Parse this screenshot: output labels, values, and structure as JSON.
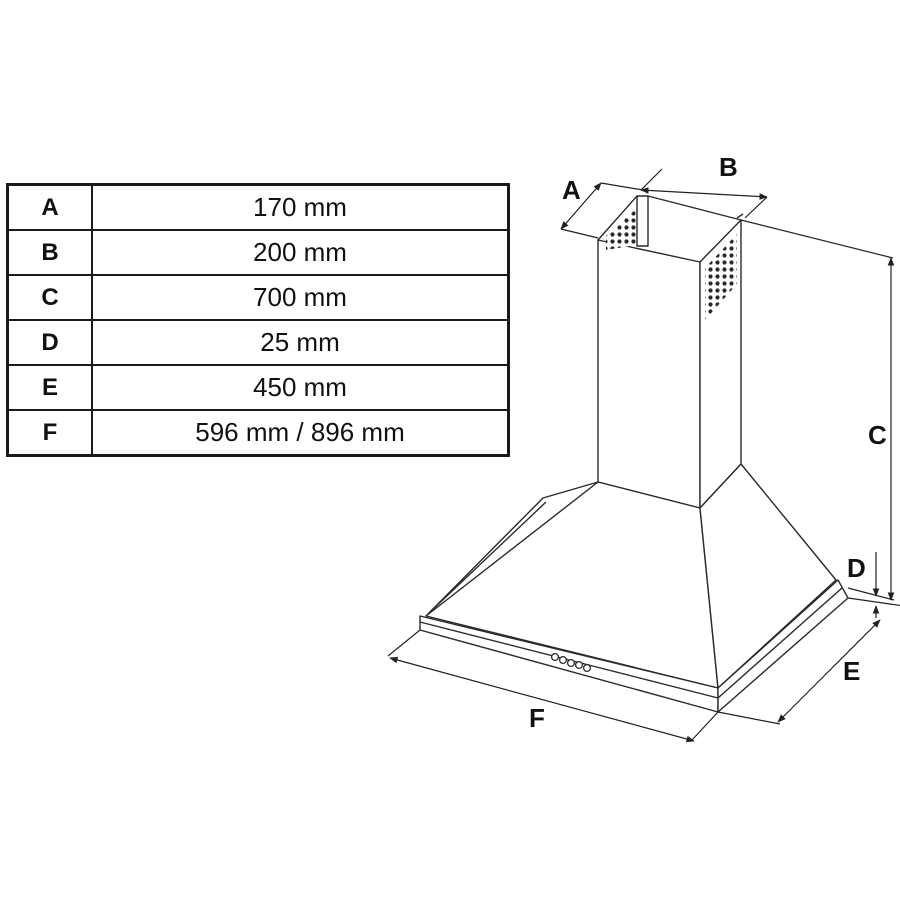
{
  "dimensions": [
    {
      "key": "A",
      "value": "170 mm"
    },
    {
      "key": "B",
      "value": "200 mm"
    },
    {
      "key": "C",
      "value": "700 mm"
    },
    {
      "key": "D",
      "value": "25 mm"
    },
    {
      "key": "E",
      "value": "450 mm"
    },
    {
      "key": "F",
      "value": "596 mm / 896 mm"
    }
  ],
  "drawing_labels": {
    "a": "A",
    "b": "B",
    "c": "C",
    "d": "D",
    "e": "E",
    "f": "F"
  }
}
